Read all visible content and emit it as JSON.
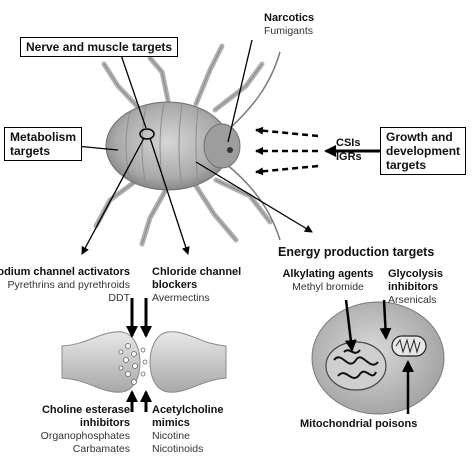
{
  "targets": {
    "nerve_muscle": "Nerve and muscle targets",
    "metabolism": [
      "Metabolism",
      "targets"
    ],
    "growth": [
      "Growth and",
      "development",
      "targets"
    ],
    "energy": "Energy production targets"
  },
  "top": {
    "narcotics": "Narcotics",
    "fumigants": "Fumigants",
    "csis": "CSIs",
    "igrs": "IGRs"
  },
  "nerve": {
    "sodium_title": "Sodium channel activators",
    "sodium_items": [
      "Pyrethrins and pyrethroids",
      "DDT"
    ],
    "chloride_title": [
      "Chloride channel",
      "blockers"
    ],
    "chloride_items": [
      "Avermectins"
    ],
    "choline_title": [
      "Choline esterase",
      "inhibitors"
    ],
    "choline_items": [
      "Organophosphates",
      "Carbamates"
    ],
    "acetyl_title": [
      "Acetylcholine",
      "mimics"
    ],
    "acetyl_items": [
      "Nicotine",
      "Nicotinoids"
    ]
  },
  "energy": {
    "alkylating_title": "Alkylating agents",
    "alkylating_items": [
      "Methyl bromide"
    ],
    "glycolysis_title": [
      "Glycolysis",
      "inhibitors"
    ],
    "glycolysis_items": [
      "Arsenicals"
    ],
    "mito": "Mitochondrial poisons"
  },
  "colors": {
    "insect_body": "#b9b9b9",
    "legs": "#c4c4c4",
    "synapse": "#d2d2d2",
    "cell": "#bdbdbd",
    "line": "#000000"
  }
}
